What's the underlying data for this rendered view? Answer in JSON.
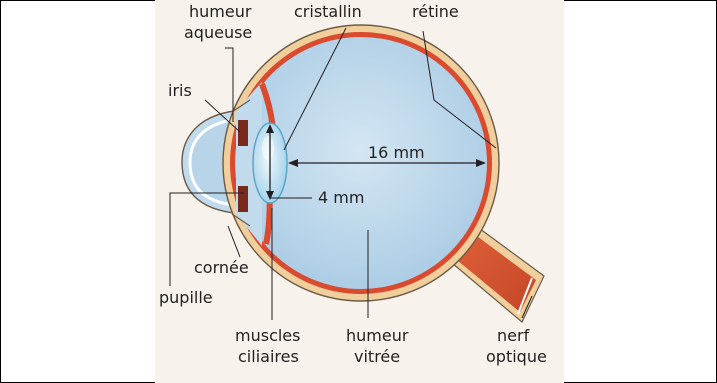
{
  "labels": {
    "humeur_aqueuse_l1": "humeur",
    "humeur_aqueuse_l2": "aqueuse",
    "cristallin": "cristallin",
    "retine": "rétine",
    "iris": "iris",
    "dim_16": "16 mm",
    "dim_4": "4 mm",
    "cornee": "cornée",
    "pupille": "pupille",
    "muscles_l1": "muscles",
    "muscles_l2": "ciliaires",
    "humeur_vitree_l1": "humeur",
    "humeur_vitree_l2": "vitrée",
    "nerf_l1": "nerf",
    "nerf_l2": "optique"
  },
  "colors": {
    "background": "#f7f3ec",
    "eyeball_fill": "#b9d6eb",
    "sclera": "#f1cf9c",
    "retina": "#d94a2e",
    "lens": "#cfe9f6",
    "iris": "#7a2a1a",
    "nerve": "#d65530",
    "ink": "#231f20"
  }
}
